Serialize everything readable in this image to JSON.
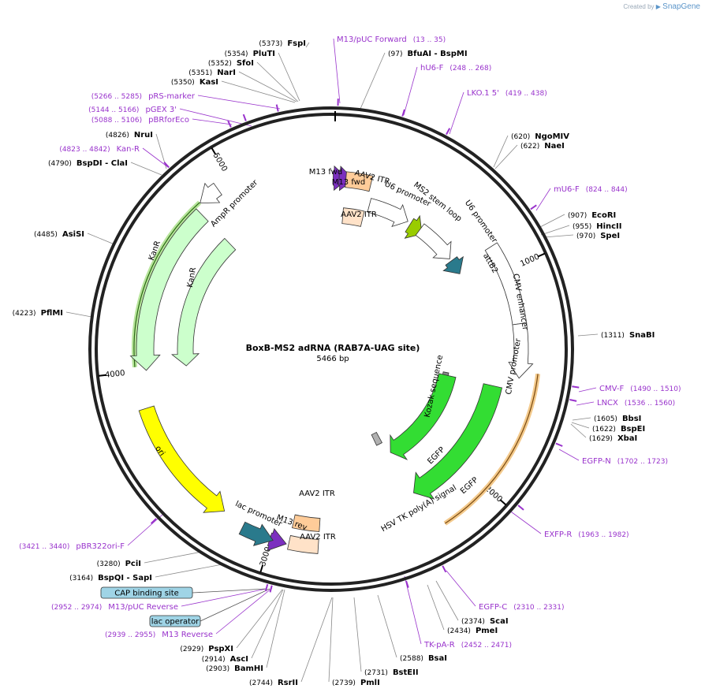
{
  "watermark": {
    "prefix": "Created by",
    "brand": "SnapGene"
  },
  "plasmid": {
    "name": "BoxB-MS2 adRNA (RAB7A-UAG site)",
    "length": "5466 bp"
  },
  "ticks": [
    {
      "label": "1000",
      "bp": 1000
    },
    {
      "label": "2000",
      "bp": 2000
    },
    {
      "label": "3000",
      "bp": 3000
    },
    {
      "label": "4000",
      "bp": 4000
    },
    {
      "label": "5000",
      "bp": 5000
    }
  ],
  "enzymes": [
    {
      "pos": "(5373)",
      "name": "FspI",
      "bp": 5373
    },
    {
      "pos": "(5354)",
      "name": "PluTI",
      "bp": 5354
    },
    {
      "pos": "(5352)",
      "name": "SfoI",
      "bp": 5352
    },
    {
      "pos": "(5351)",
      "name": "NarI",
      "bp": 5351
    },
    {
      "pos": "(5350)",
      "name": "KasI",
      "bp": 5350
    },
    {
      "pos": "(97)",
      "name": "BfuAI  - BspMI",
      "bp": 97
    },
    {
      "pos": "(620)",
      "name": "NgoMIV",
      "bp": 620
    },
    {
      "pos": "(622)",
      "name": "NaeI",
      "bp": 622
    },
    {
      "pos": "(907)",
      "name": "EcoRI",
      "bp": 907
    },
    {
      "pos": "(955)",
      "name": "HincII",
      "bp": 955
    },
    {
      "pos": "(970)",
      "name": "SpeI",
      "bp": 970
    },
    {
      "pos": "(1311)",
      "name": "SnaBI",
      "bp": 1311
    },
    {
      "pos": "(1605)",
      "name": "BbsI",
      "bp": 1605
    },
    {
      "pos": "(1622)",
      "name": "BspEI",
      "bp": 1622
    },
    {
      "pos": "(1629)",
      "name": "XbaI",
      "bp": 1629
    },
    {
      "pos": "(2374)",
      "name": "ScaI",
      "bp": 2374
    },
    {
      "pos": "(2434)",
      "name": "PmeI",
      "bp": 2434
    },
    {
      "pos": "(2588)",
      "name": "BsaI",
      "bp": 2588
    },
    {
      "pos": "(2731)",
      "name": "BstEII",
      "bp": 2731
    },
    {
      "pos": "(2739)",
      "name": "PmlI",
      "bp": 2739
    },
    {
      "pos": "(2744)",
      "name": "RsrII",
      "bp": 2744
    },
    {
      "pos": "(2903)",
      "name": "BamHI",
      "bp": 2903
    },
    {
      "pos": "(2914)",
      "name": "AscI",
      "bp": 2914
    },
    {
      "pos": "(2929)",
      "name": "PspXI",
      "bp": 2929
    },
    {
      "pos": "(3164)",
      "name": "BspQI  - SapI",
      "bp": 3164
    },
    {
      "pos": "(3280)",
      "name": "PciI",
      "bp": 3280
    },
    {
      "pos": "(4223)",
      "name": "PflMI",
      "bp": 4223
    },
    {
      "pos": "(4485)",
      "name": "AsiSI",
      "bp": 4485
    },
    {
      "pos": "(4790)",
      "name": "BspDI  - ClaI",
      "bp": 4790
    },
    {
      "pos": "(4826)",
      "name": "NruI",
      "bp": 4826
    }
  ],
  "primers": [
    {
      "name": "M13/pUC Forward",
      "range": "(13 .. 35)",
      "bp": 24
    },
    {
      "name": "hU6-F",
      "range": "(248 .. 268)",
      "bp": 258
    },
    {
      "name": "LKO.1 5'",
      "range": "(419 .. 438)",
      "bp": 428
    },
    {
      "name": "mU6-F",
      "range": "(824 .. 844)",
      "bp": 834
    },
    {
      "name": "CMV-F",
      "range": "(1490 .. 1510)",
      "bp": 1500
    },
    {
      "name": "LNCX",
      "range": "(1536 .. 1560)",
      "bp": 1548
    },
    {
      "name": "EGFP-N",
      "range": "(1702 .. 1723)",
      "bp": 1712
    },
    {
      "name": "EXFP-R",
      "range": "(1963 .. 1982)",
      "bp": 1972
    },
    {
      "name": "EGFP-C",
      "range": "(2310 .. 2331)",
      "bp": 2320
    },
    {
      "name": "TK-pA-R",
      "range": "(2452 .. 2471)",
      "bp": 2461
    },
    {
      "name": "M13 Reverse",
      "range": "(2939 .. 2955)",
      "bp": 2947
    },
    {
      "name": "M13/pUC Reverse",
      "range": "(2952 .. 2974)",
      "bp": 2963
    },
    {
      "name": "pBR322ori-F",
      "range": "(3421 .. 3440)",
      "bp": 3430
    },
    {
      "name": "Kan-R",
      "range": "(4823 .. 4842)",
      "bp": 4832
    },
    {
      "name": "pBRforEco",
      "range": "(5088 .. 5106)",
      "bp": 5097
    },
    {
      "name": "pGEX 3'",
      "range": "(5144 .. 5166)",
      "bp": 5155
    },
    {
      "name": "pRS-marker",
      "range": "(5266 .. 5285)",
      "bp": 5275
    }
  ],
  "boxed_features": [
    {
      "name": "CAP binding site"
    },
    {
      "name": "lac operator"
    }
  ],
  "features": [
    {
      "name": "M13 fwd",
      "start": 10,
      "end": 40,
      "dir": "cw",
      "shape": "small",
      "color": "#7b2fbf"
    },
    {
      "name": "M13 fwd",
      "start": 40,
      "end": 70,
      "dir": "cw",
      "shape": "small",
      "color": "#7b2fbf"
    },
    {
      "name": "AAV2 ITR",
      "start": 75,
      "end": 205,
      "dir": "none",
      "shape": "box",
      "color": "#ffcc99"
    },
    {
      "name": "AAV2 ITR",
      "start": 75,
      "end": 205,
      "dir": "none",
      "shape": "box",
      "color": "#ffe2c8"
    },
    {
      "name": "U6 promoter",
      "start": 225,
      "end": 470,
      "dir": "cw",
      "shape": "arrow",
      "color": "#ffffff"
    },
    {
      "name": "MS2 stem loop",
      "start": 490,
      "end": 535,
      "dir": "cw",
      "shape": "small",
      "color": "#99cc00"
    },
    {
      "name": "U6 promoter",
      "start": 555,
      "end": 800,
      "dir": "cw",
      "shape": "arrow",
      "color": "#ffffff"
    },
    {
      "name": "attB2",
      "start": 815,
      "end": 860,
      "dir": "cw",
      "shape": "small",
      "color": "#2a7a8c"
    },
    {
      "name": "CMV enhancer",
      "start": 870,
      "end": 1250,
      "dir": "none",
      "shape": "box",
      "color": "#ffffff"
    },
    {
      "name": "CMV promoter",
      "start": 1250,
      "end": 1500,
      "dir": "cw",
      "shape": "arrow",
      "color": "#ffffff"
    },
    {
      "name": "Kozak sequence",
      "start": 1540,
      "end": 1550,
      "dir": "none",
      "shape": "small",
      "color": "#888888"
    },
    {
      "name": "EGFP",
      "start": 1560,
      "end": 2280,
      "dir": "cw",
      "shape": "arrow",
      "color": "#33dd33"
    },
    {
      "name": "EGFP",
      "start": 1560,
      "end": 2280,
      "dir": "cw",
      "shape": "arrow",
      "color": "#33dd33"
    },
    {
      "name": "HSV TK poly(A) signal",
      "start": 2300,
      "end": 2350,
      "dir": "none",
      "shape": "small",
      "color": "#b0b0b0"
    },
    {
      "name": "AAV2 ITR",
      "start": 2790,
      "end": 2920,
      "dir": "none",
      "shape": "box",
      "color": "#ffcc99"
    },
    {
      "name": "AAV2 ITR",
      "start": 2790,
      "end": 2920,
      "dir": "none",
      "shape": "box",
      "color": "#ffe2c8"
    },
    {
      "name": "M13 rev",
      "start": 2930,
      "end": 2960,
      "dir": "ccw",
      "shape": "small",
      "color": "#7b2fbf"
    },
    {
      "name": "lac promoter",
      "start": 2990,
      "end": 3090,
      "dir": "ccw",
      "shape": "small",
      "color": "#2a7a8c"
    },
    {
      "name": "ori",
      "start": 3240,
      "end": 3830,
      "dir": "ccw",
      "shape": "arrow",
      "color": "#ffff00"
    },
    {
      "name": "KanR",
      "start": 4000,
      "end": 4800,
      "dir": "ccw",
      "shape": "arrow",
      "color": "#ccffcc"
    },
    {
      "name": "KanR",
      "start": 4000,
      "end": 4800,
      "dir": "ccw",
      "shape": "arrow",
      "color": "#ccffcc"
    },
    {
      "name": "AmpR promoter",
      "start": 4830,
      "end": 4930,
      "dir": "ccw",
      "shape": "arrow",
      "color": "#ffffff"
    }
  ]
}
